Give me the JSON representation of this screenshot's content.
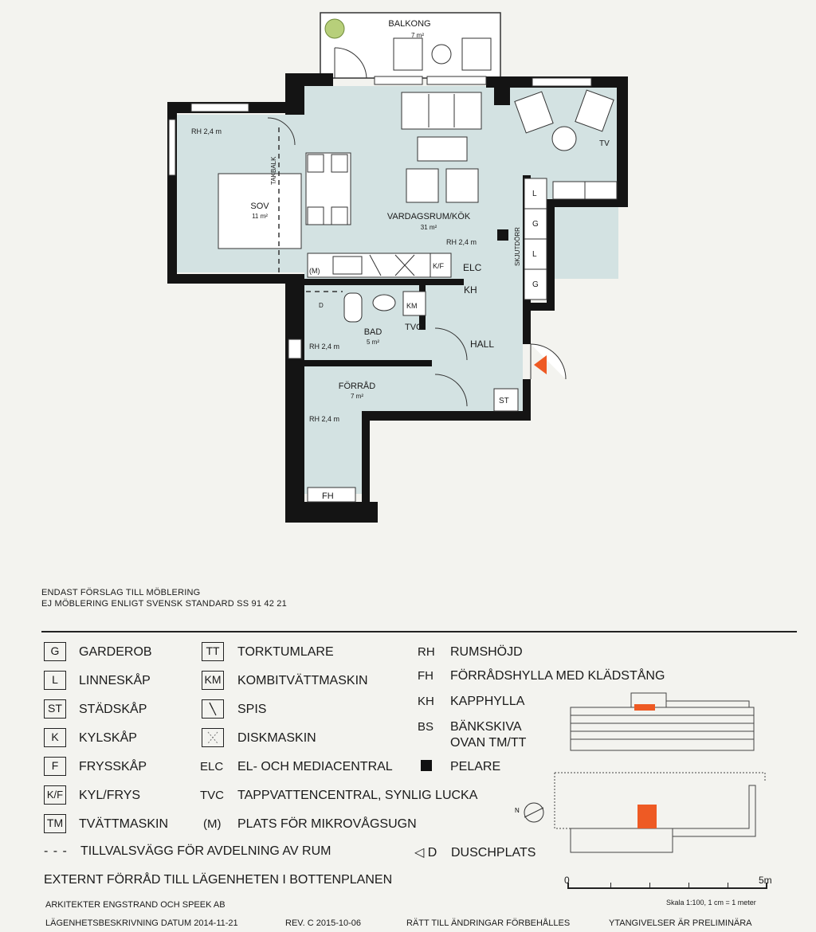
{
  "rooms": {
    "balcony": {
      "name": "BALKONG",
      "area": "7 m²"
    },
    "bedroom": {
      "name": "SOV",
      "area": "11 m²",
      "height": "RH 2,4 m",
      "beam": "TAKBALK"
    },
    "living": {
      "name": "VARDAGSRUM/KÖK",
      "area": "31 m²",
      "height": "RH 2,4 m"
    },
    "bath": {
      "name": "BAD",
      "area": "5 m²",
      "height": "RH 2,4 m"
    },
    "storage": {
      "name": "FÖRRÅD",
      "area": "7 m²",
      "height": "RH 2,4 m"
    },
    "hall": {
      "name": "HALL"
    }
  },
  "plan_labels": {
    "tv": "TV",
    "elc": "ELC",
    "kh": "KH",
    "kf": "K/F",
    "km": "KM",
    "tvc": "TVC",
    "st": "ST",
    "fh": "FH",
    "micro": "(M)",
    "shower": "D",
    "sliding_door": "SKJUTDÖRR",
    "wardrobe_codes": [
      "L",
      "G",
      "L",
      "G"
    ]
  },
  "notes": [
    "ENDAST FÖRSLAG TILL MÖBLERING",
    "EJ MÖBLERING ENLIGT SVENSK STANDARD SS 91 42 21"
  ],
  "legend_col1": [
    {
      "code": "G",
      "label": "GARDEROB"
    },
    {
      "code": "L",
      "label": "LINNESKÅP"
    },
    {
      "code": "ST",
      "label": "STÄDSKÅP"
    },
    {
      "code": "K",
      "label": "KYLSKÅP"
    },
    {
      "code": "F",
      "label": "FRYSSKÅP"
    },
    {
      "code": "K/F",
      "label": "KYL/FRYS"
    },
    {
      "code": "TM",
      "label": "TVÄTTMASKIN"
    }
  ],
  "legend_col2": [
    {
      "code": "TT",
      "label": "TORKTUMLARE",
      "boxed": true
    },
    {
      "code": "KM",
      "label": "KOMBITVÄTTMASKIN",
      "boxed": true
    },
    {
      "code": "",
      "label": "SPIS",
      "boxed": true,
      "icon": "stove-icon"
    },
    {
      "code": "",
      "label": "DISKMASKIN",
      "boxed": true,
      "icon": "dishwasher-icon"
    },
    {
      "code": "ELC",
      "label": "EL- OCH MEDIACENTRAL",
      "boxed": false
    },
    {
      "code": "TVC",
      "label": "TAPPVATTENCENTRAL, SYNLIG LUCKA",
      "boxed": false
    },
    {
      "code": "(M)",
      "label": "PLATS FÖR MIKROVÅGSUGN",
      "boxed": false
    }
  ],
  "legend_col3": [
    {
      "code": "RH",
      "label": "RUMSHÖJD"
    },
    {
      "code": "FH",
      "label": "FÖRRÅDSHYLLA MED KLÄDSTÅNG"
    },
    {
      "code": "KH",
      "label": "KAPPHYLLA"
    },
    {
      "code": "BS",
      "label": "BÄNKSKIVA",
      "label2": "OVAN TM/TT"
    }
  ],
  "legend_extra": {
    "pillar": "PELARE",
    "optional_wall_symbol": "- - -",
    "optional_wall": "TILLVALSVÄGG FÖR AVDELNING AV RUM",
    "shower_symbol": "◁ D",
    "shower": "DUSCHPLATS"
  },
  "external_storage": "EXTERNT FÖRRÅD TILL LÄGENHETEN I BOTTENPLANEN",
  "scale": {
    "start": "0",
    "end": "5m",
    "text": "Skala 1:100, 1 cm = 1 meter"
  },
  "footer": {
    "architect": "ARKITEKTER ENGSTRAND OCH SPEEK AB",
    "date": "LÄGENHETSBESKRIVNING DATUM 2014-11-21",
    "rev": "REV. C 2015-10-06",
    "rights": "RÄTT TILL ÄNDRINGAR FÖRBEHÅLLES",
    "prelim": "YTANGIVELSER ÄR PRELIMINÄRA"
  },
  "colors": {
    "floor": "#d3e2e2",
    "wall": "#141414",
    "accent": "#ee5a24",
    "paper": "#f3f3ef"
  }
}
